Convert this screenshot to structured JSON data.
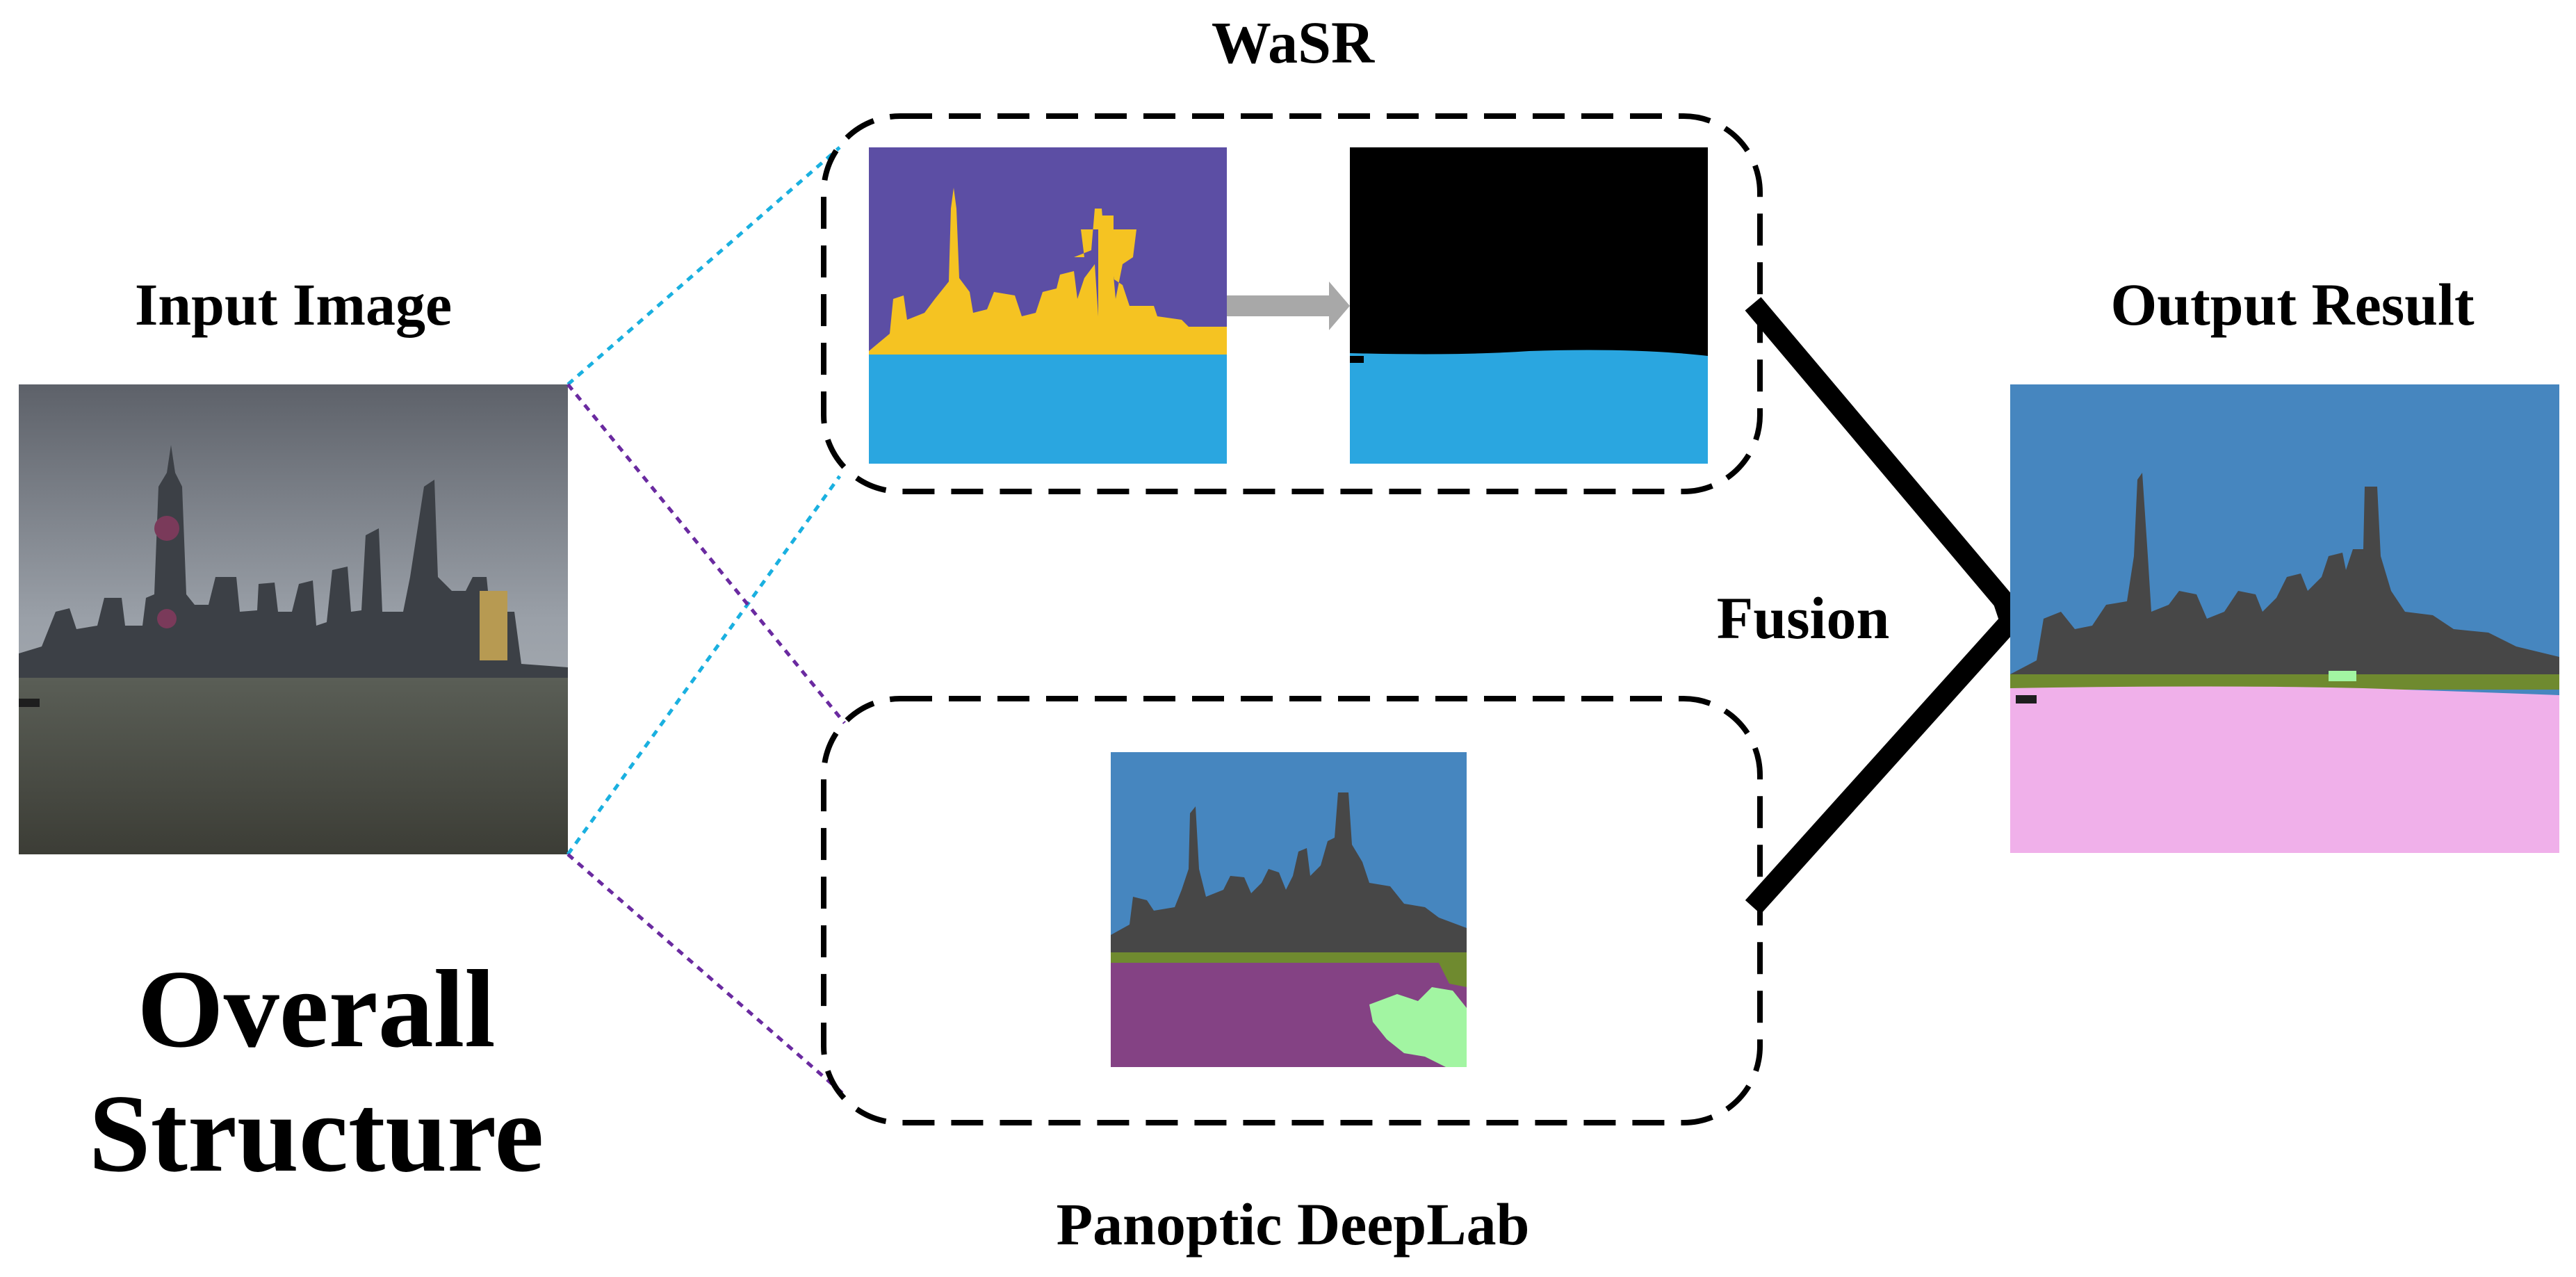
{
  "labels": {
    "wasr": "WaSR",
    "input_image": "Input Image",
    "output_result": "Output Result",
    "fusion": "Fusion",
    "panoptic_deeplab": "Panoptic DeepLab",
    "overall_line1": "Overall",
    "overall_line2": "Structure"
  },
  "colors": {
    "wasr_sky": "#5c4ea4",
    "wasr_obstacle": "#f5c322",
    "water": "#2aa6e0",
    "wasr_binary_bg": "#000000",
    "pan_sky": "#4686bf",
    "pan_building": "#474747",
    "pan_water": "#844284",
    "pan_vegetation": "#6f8a2f",
    "pan_boat": "#a2f5a2",
    "out_sky": "#4686bf",
    "out_building": "#474747",
    "out_water": "#f0b0ea",
    "link_blue": "#1ab0e0",
    "link_purple": "#6a2aa0",
    "arrow_gray": "#a8a8a8",
    "photo_sky": "#8c9199",
    "photo_water": "#4a4c44"
  }
}
